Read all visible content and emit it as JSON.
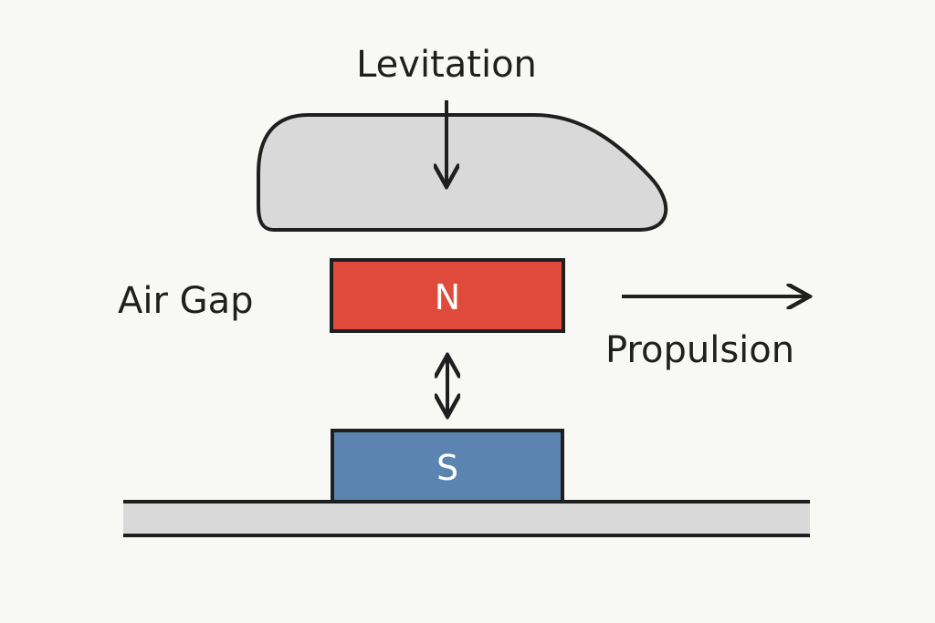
{
  "labels": {
    "levitation": "Levitation",
    "air_gap": "Air Gap",
    "propulsion": "Propulsion"
  },
  "magnets": {
    "north": "N",
    "south": "S"
  },
  "colors": {
    "background": "#f8f8f4",
    "stroke": "#1f1f1f",
    "vehicle_fill": "#d9d9d9",
    "north_magnet": "#e04a3a",
    "south_magnet": "#5b84b1",
    "track_fill": "#d9d9d9"
  }
}
